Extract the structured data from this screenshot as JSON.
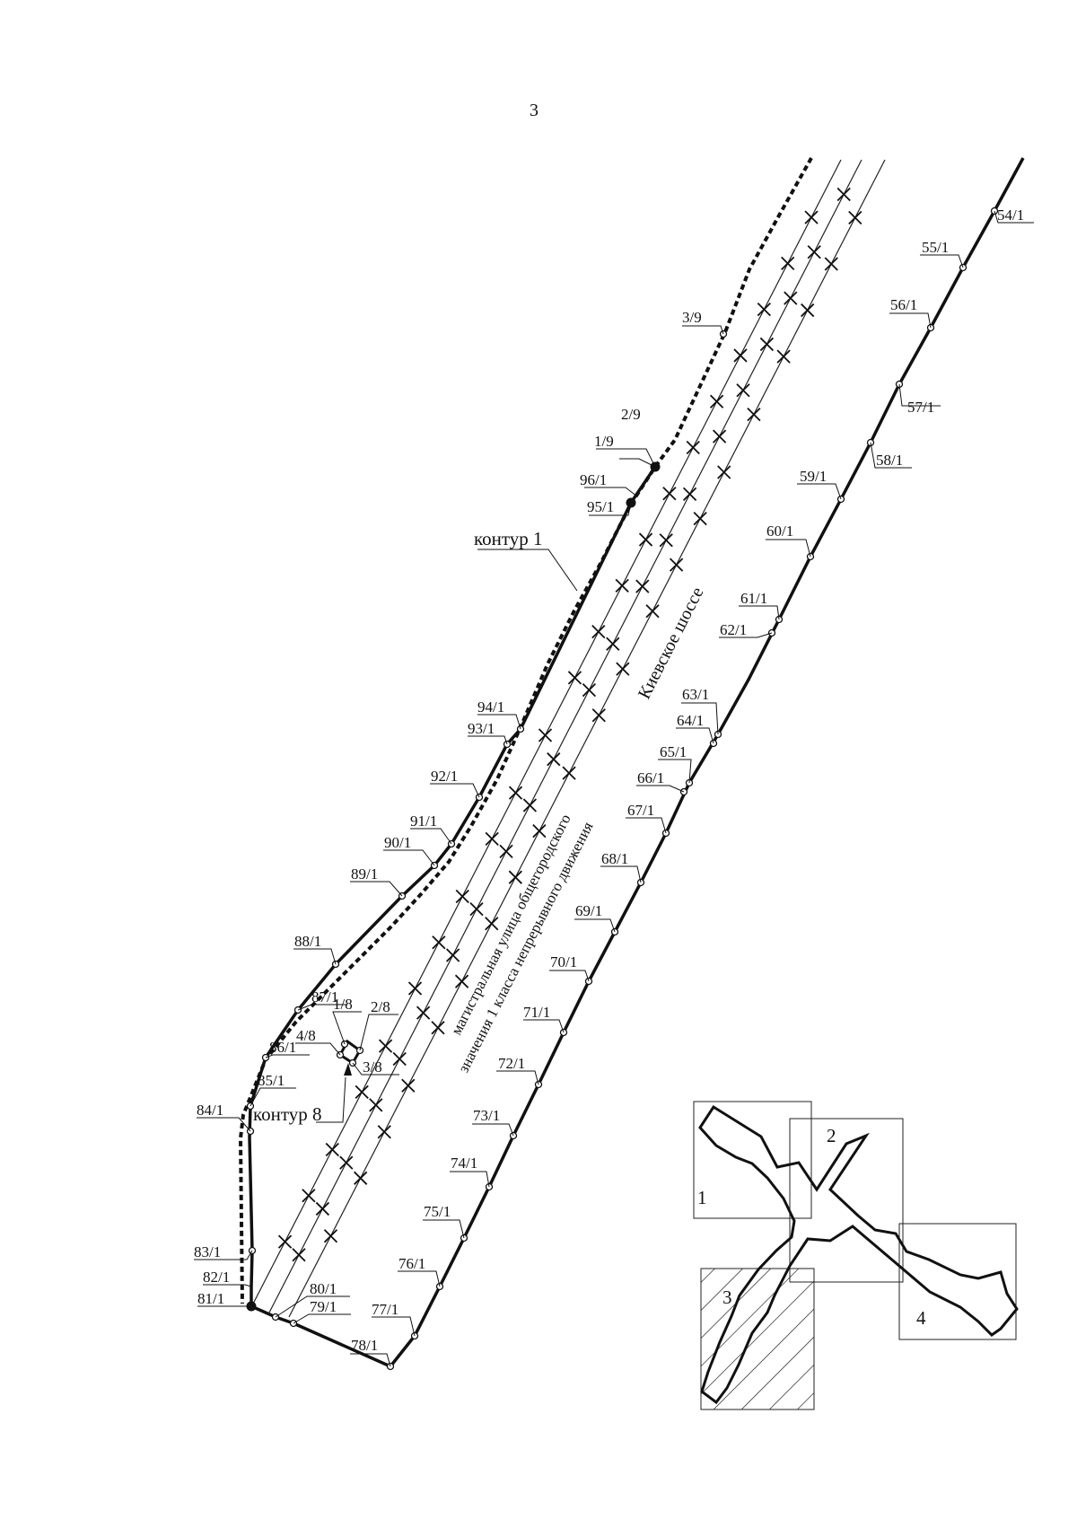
{
  "page_number": "3",
  "labels": {
    "contour1": "контур 1",
    "contour8": "контур 8",
    "road_name": "Киевское шоссе",
    "street_line1": "магистральная улица общегородского",
    "street_line2": "значения 1 класса непрерывного движения"
  },
  "points_contour1_right": [
    "54/1",
    "55/1",
    "56/1",
    "57/1",
    "58/1",
    "59/1",
    "60/1",
    "61/1",
    "62/1",
    "63/1",
    "64/1",
    "65/1",
    "66/1",
    "67/1",
    "68/1",
    "69/1",
    "70/1",
    "71/1",
    "72/1",
    "73/1",
    "74/1",
    "75/1",
    "76/1",
    "77/1",
    "78/1"
  ],
  "points_contour1_left": [
    "79/1",
    "80/1",
    "81/1",
    "82/1",
    "83/1",
    "84/1",
    "85/1",
    "86/1",
    "87/1",
    "88/1",
    "89/1",
    "90/1",
    "91/1",
    "92/1",
    "93/1",
    "94/1",
    "95/1",
    "96/1"
  ],
  "points_contour9": [
    "1/9",
    "2/9",
    "3/9"
  ],
  "points_contour8": [
    "1/8",
    "2/8",
    "3/8",
    "4/8"
  ],
  "index_map": {
    "sheets": [
      "1",
      "2",
      "3",
      "4"
    ],
    "hatched_sheet": "3"
  }
}
